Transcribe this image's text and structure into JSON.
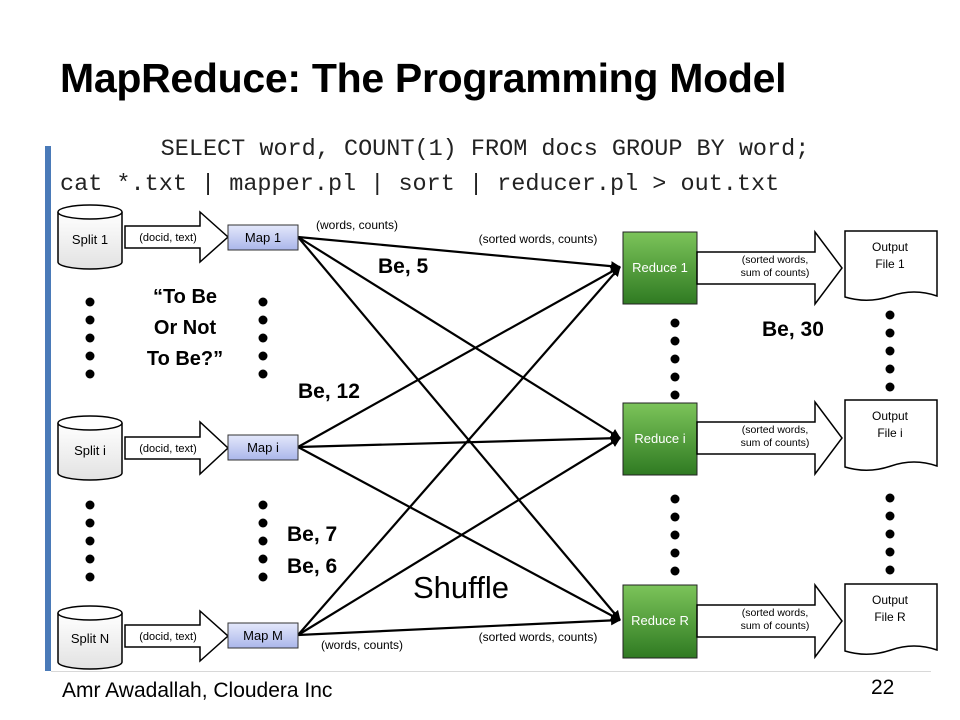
{
  "title": "MapReduce: The Programming Model",
  "sql_line": "SELECT word, COUNT(1) FROM docs GROUP BY word;",
  "cmd_line": "cat *.txt | mapper.pl | sort | reducer.pl > out.txt",
  "splits": [
    "Split 1",
    "Split i",
    "Split N"
  ],
  "split_arrow_label": "(docid, text)",
  "maps": [
    "Map 1",
    "Map i",
    "Map M"
  ],
  "reduces": [
    "Reduce 1",
    "Reduce i",
    "Reduce R"
  ],
  "reduce_arrow_label_line1": "(sorted words,",
  "reduce_arrow_label_line2": "sum of counts)",
  "outputs": [
    {
      "line1": "Output",
      "line2": "File 1"
    },
    {
      "line1": "Output",
      "line2": "File i"
    },
    {
      "line1": "Output",
      "line2": "File R"
    }
  ],
  "words_counts_top": "(words, counts)",
  "words_counts_bottom": "(words, counts)",
  "sorted_words_top": "(sorted words, counts)",
  "sorted_words_bottom": "(sorted words, counts)",
  "quote_line1": "“To Be",
  "quote_line2": "Or Not",
  "quote_line3": "To Be?”",
  "be5": "Be, 5",
  "be12": "Be, 12",
  "be7": "Be, 7",
  "be6": "Be, 6",
  "be30": "Be, 30",
  "shuffle": "Shuffle",
  "footer": "Amr Awadallah, Cloudera Inc",
  "page_number": "22",
  "colors": {
    "accent_bar": "#4a7ab8",
    "map_fill": "#c5cdf0",
    "reduce_fill": "#3f8a2e"
  }
}
